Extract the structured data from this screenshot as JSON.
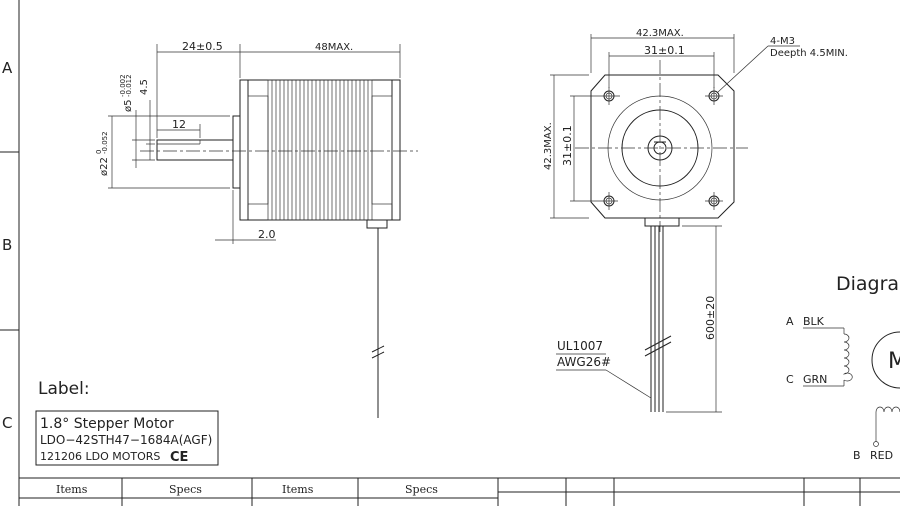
{
  "zones": [
    "A",
    "B",
    "C"
  ],
  "side_view": {
    "dim_shaft_length": "24±0.5",
    "dim_body_length": "48MAX.",
    "dim_flat_length": "12",
    "dim_shaft_diameter": "Ø5-0.002/-0.012",
    "dim_shaft_diameter_main": "ø5",
    "dim_shaft_diameter_tol_upper": "-0.002",
    "dim_shaft_diameter_tol_lower": "-0.012",
    "dim_flat_depth": "4.5",
    "dim_pilot_diameter_main": "ø22",
    "dim_pilot_diameter_tol_upper": "0",
    "dim_pilot_diameter_tol_lower": "-0.052",
    "dim_pilot_height": "2.0"
  },
  "front_view": {
    "dim_width": "42.3MAX.",
    "dim_hole_spacing_x": "31±0.1",
    "dim_height": "42.3MAX.",
    "dim_hole_spacing_y": "31±0.1",
    "dim_thread": "4-M3",
    "dim_thread_depth": "Deepth  4.5MIN.",
    "dim_lead_length": "600±20",
    "wire_type_1": "UL1007",
    "wire_type_2": "AWG26#"
  },
  "diagram": {
    "title": "Diagra",
    "motor_symbol": "M",
    "wires": [
      {
        "terminal": "A",
        "color": "BLK"
      },
      {
        "terminal": "C",
        "color": "GRN"
      },
      {
        "terminal": "B",
        "color": "RED"
      }
    ]
  },
  "label": {
    "heading": "Label:",
    "line1": "1.8° Stepper  Motor",
    "line2": "LDO−42STH47−1684A(AGF)",
    "line3": "121206 LDO MOTORS",
    "mark": "CE"
  },
  "table": {
    "headers": [
      "Items",
      "Specs",
      "Items",
      "Specs"
    ]
  }
}
